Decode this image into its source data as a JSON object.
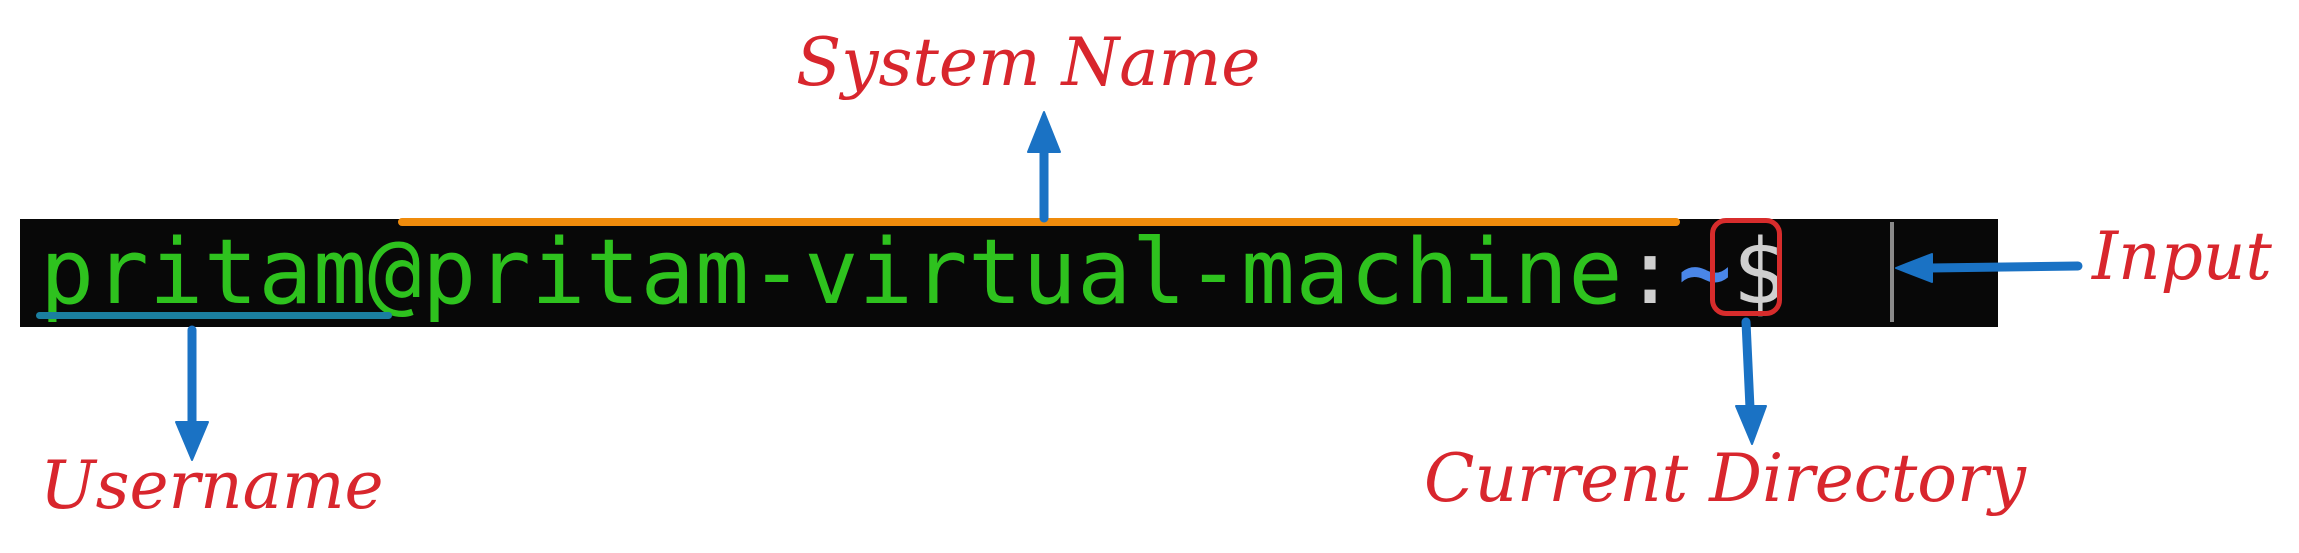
{
  "terminal": {
    "username": "pritam",
    "at": "@",
    "hostname": "pritam-virtual-machine",
    "colon": ":",
    "directory": "~",
    "prompt_symbol": "$"
  },
  "annotations": {
    "system_name": "System Name",
    "input": "Input",
    "username": "Username",
    "current_directory": "Current Directory"
  },
  "colors": {
    "terminal_bg": "#080808",
    "prompt_green": "#2ec21e",
    "tilde_blue": "#4a86e8",
    "label_red": "#d8262d",
    "arrow_blue": "#1a72c4",
    "hostname_highlight": "#ef8b0c",
    "username_highlight": "#1b7fa0"
  }
}
